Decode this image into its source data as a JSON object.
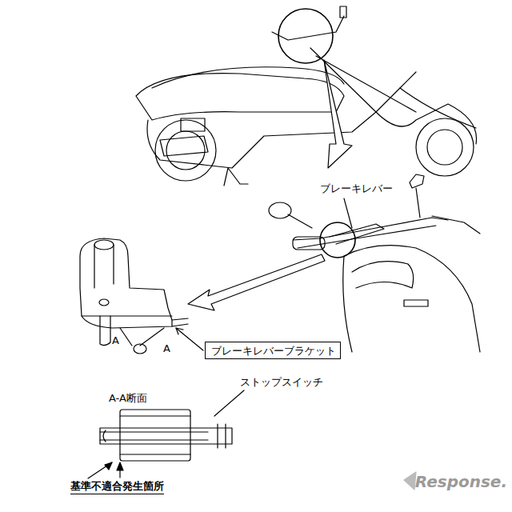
{
  "diagram": {
    "nodes": [
      {
        "text": [
          "ブレーキレバーブラケット"
        ]
      }
    ],
    "labels": [
      "ブレーキレバー",
      "A",
      "A",
      "A-A断面",
      "ストップスイッチ",
      "基準不適合発生箇所",
      "Response."
    ]
  }
}
